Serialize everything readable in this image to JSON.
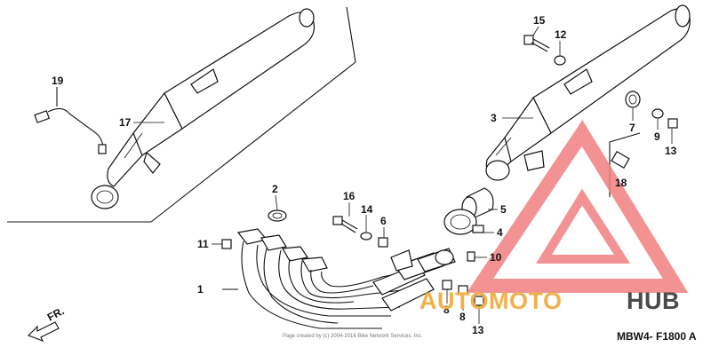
{
  "diagram": {
    "callouts": [
      {
        "id": "19",
        "text": "19"
      },
      {
        "id": "17",
        "text": "17"
      },
      {
        "id": "2",
        "text": "2"
      },
      {
        "id": "16",
        "text": "16"
      },
      {
        "id": "14",
        "text": "14"
      },
      {
        "id": "6",
        "text": "6"
      },
      {
        "id": "11",
        "text": "11"
      },
      {
        "id": "1",
        "text": "1"
      },
      {
        "id": "15",
        "text": "15"
      },
      {
        "id": "12",
        "text": "12"
      },
      {
        "id": "3",
        "text": "3"
      },
      {
        "id": "7",
        "text": "7"
      },
      {
        "id": "9",
        "text": "9"
      },
      {
        "id": "13a",
        "text": "13"
      },
      {
        "id": "18",
        "text": "18"
      },
      {
        "id": "5",
        "text": "5"
      },
      {
        "id": "4",
        "text": "4"
      },
      {
        "id": "10",
        "text": "10"
      },
      {
        "id": "8a",
        "text": "8"
      },
      {
        "id": "8b",
        "text": "8"
      },
      {
        "id": "13b",
        "text": "13"
      }
    ],
    "fr_label": "FR.",
    "copyright": "Page created by (c) 2004-2016 Bike Network Services, Inc.",
    "drawing_code": "MBW4- F1800 A"
  },
  "watermark": {
    "part1": "AUTOMOTO",
    "part2": "HUB",
    "color_primary": "#f08080",
    "color_secondary": "#f3b04a",
    "color_dark": "#4a4a4a"
  }
}
